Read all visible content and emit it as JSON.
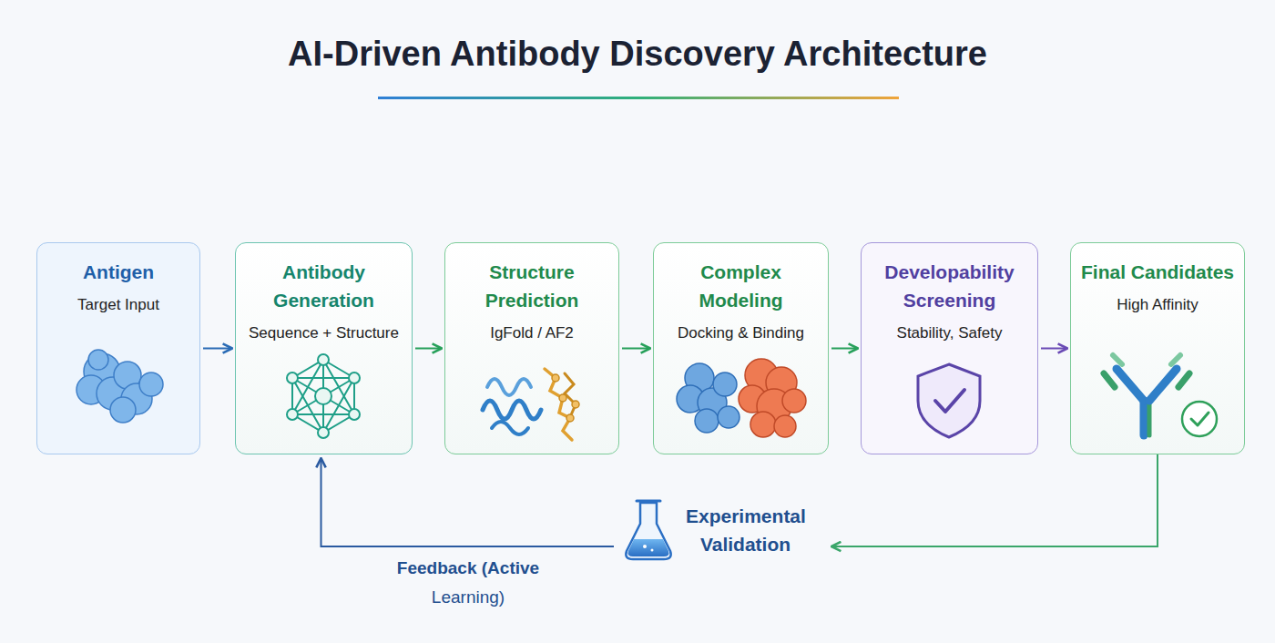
{
  "diagram": {
    "title": "AI-Driven Antibody Discovery Architecture",
    "nodes": [
      {
        "text": [
          "Antigen",
          "Target Input"
        ]
      },
      {
        "text": [
          "Antibody Generation",
          "Sequence + Structure"
        ]
      },
      {
        "text": [
          "Structure Prediction",
          "IgFold / AF2"
        ]
      },
      {
        "text": [
          "Complex Modeling",
          "Docking & Binding"
        ]
      },
      {
        "text": [
          "Developability Screening",
          "Stability, Safety"
        ]
      },
      {
        "text": [
          "Final Candidates",
          "High Affinity"
        ]
      },
      {
        "text": [
          "Experimental Validation"
        ]
      }
    ],
    "edges": [
      {
        "from": 0,
        "to": 1,
        "arrow": "to"
      },
      {
        "from": 1,
        "to": 2,
        "arrow": "to"
      },
      {
        "from": 2,
        "to": 3,
        "arrow": "to"
      },
      {
        "from": 3,
        "to": 4,
        "arrow": "to"
      },
      {
        "from": 4,
        "to": 5,
        "arrow": "to"
      },
      {
        "from": 5,
        "to": 6,
        "arrow": "to"
      },
      {
        "from": 6,
        "to": 1,
        "label": "Feedback (Active Learning)",
        "arrow": "to"
      }
    ]
  }
}
